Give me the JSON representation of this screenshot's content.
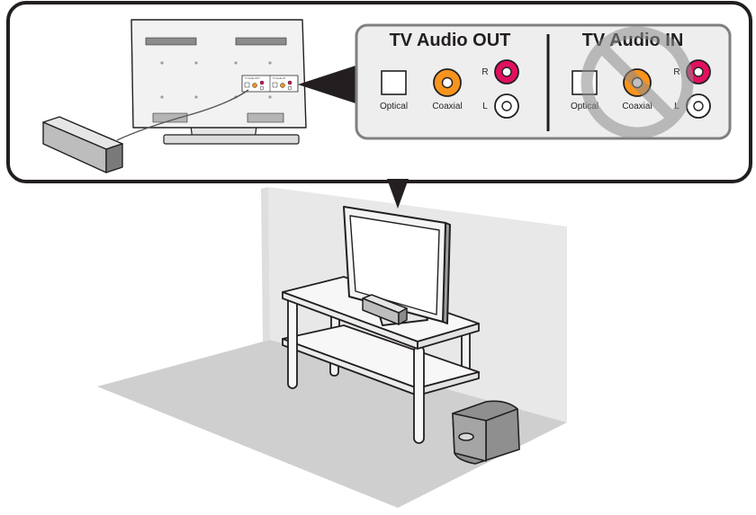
{
  "callout": {
    "out_panel": {
      "title": "TV Audio OUT",
      "optical_label": "Optical",
      "coaxial_label": "Coaxial",
      "r_label": "R",
      "l_label": "L"
    },
    "in_panel": {
      "title": "TV Audio IN",
      "optical_label": "Optical",
      "coaxial_label": "Coaxial",
      "r_label": "R",
      "l_label": "L"
    },
    "tv_back": {
      "out_mini_label": "TV Audio OUT",
      "in_mini_label": "TV Audio IN"
    }
  },
  "colors": {
    "coaxial": "#f7941d",
    "audio_right": "#e0115f",
    "audio_left": "#ffffff",
    "prohibited_sign": "#9e9e9e",
    "callout_border": "#231f20",
    "wall": "#e6e6e6",
    "floor": "#cfcfcf"
  },
  "icons": {
    "prohibited": "no-entry-sign",
    "optical": "optical-port",
    "coaxial": "coaxial-port"
  }
}
